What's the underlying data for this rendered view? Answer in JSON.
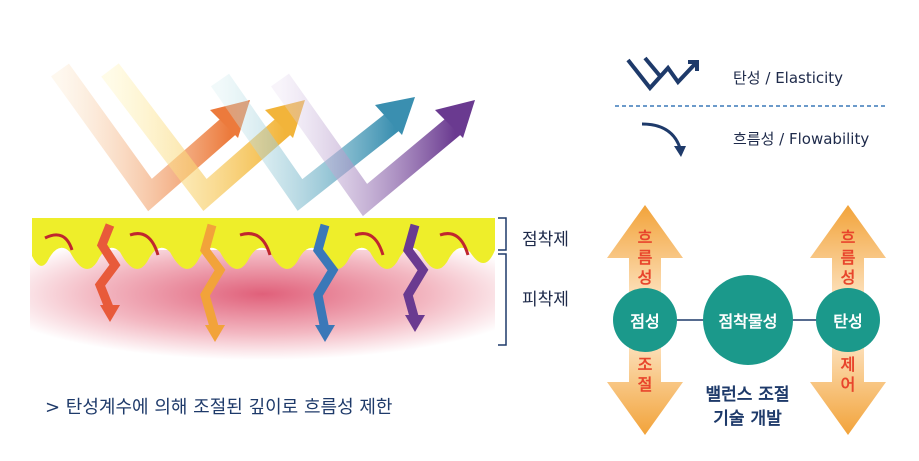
{
  "legend": {
    "elasticity": "탄성 / Elasticity",
    "flowability": "흐름성 / Flowability"
  },
  "layers": {
    "adhesive": "점착제",
    "substrate": "피착제"
  },
  "caption": "> 탄성계수에 의해 조절된 깊이로 흐름성 제한",
  "balance": {
    "left_circle": "점성",
    "center_circle": "점착물성",
    "right_circle": "탄성",
    "left_up": "흐름성",
    "left_down": "조절",
    "right_up": "흐름성",
    "right_down": "제어",
    "title_line1": "밸런스 조절",
    "title_line2": "기술 개발"
  },
  "colors": {
    "teal": "#1b998b",
    "orange": "#f2a33a",
    "navy": "#1e3a6a",
    "red": "#e8452c",
    "yellow": "#eeee2a"
  }
}
